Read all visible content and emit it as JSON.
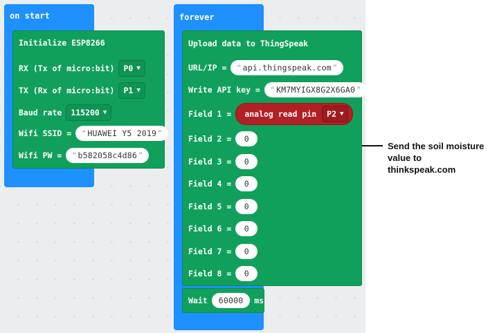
{
  "on_start": {
    "label": "on start",
    "block": {
      "title": "Initialize ESP8266",
      "rx_label": "RX (Tx of micro:bit)",
      "rx_value": "P0",
      "tx_label": "TX (Rx of micro:bit)",
      "tx_value": "P1",
      "baud_label": "Baud rate",
      "baud_value": "115200",
      "ssid_label": "Wifi SSID =",
      "ssid_value": "HUAWEI Y5 2019",
      "pw_label": "Wifi PW =",
      "pw_value": "b582058c4d86"
    }
  },
  "forever": {
    "label": "forever",
    "upload": {
      "title": "Upload data to ThingSpeak",
      "url_label": "URL/IP =",
      "url_value": "api.thingspeak.com",
      "key_label": "Write API key =",
      "key_value": "KM7MYIGX8G2X6GA0",
      "field1_label": "Field 1 =",
      "field1_block": "analog read pin",
      "field1_pin": "P2",
      "fields": [
        {
          "label": "Field 2 =",
          "value": "0"
        },
        {
          "label": "Field 3 =",
          "value": "0"
        },
        {
          "label": "Field 4 =",
          "value": "0"
        },
        {
          "label": "Field 5 =",
          "value": "0"
        },
        {
          "label": "Field 6 =",
          "value": "0"
        },
        {
          "label": "Field 7 =",
          "value": "0"
        },
        {
          "label": "Field 8 =",
          "value": "0"
        }
      ]
    },
    "wait": {
      "label": "Wait",
      "value": "60000",
      "unit": "ms"
    }
  },
  "annotation": {
    "text": "Send the soil moisture value to thinkspeak.com"
  }
}
